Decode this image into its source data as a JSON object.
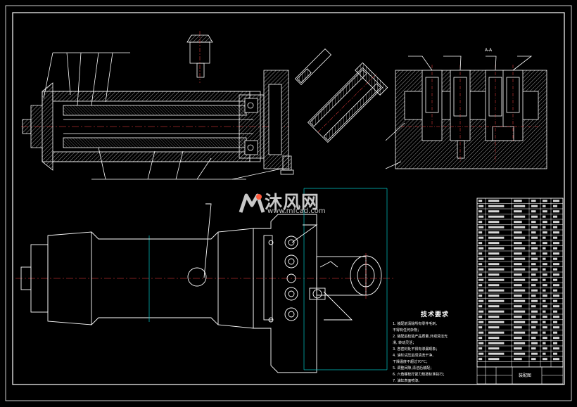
{
  "technical_requirements": {
    "title": "技术要求",
    "items": [
      "1. 装配前清除所有零件毛刺、",
      "   不得有任何杂物；",
      "2. 装配后检验产品质量,外观清洁光",
      "   滑, 转动灵活；",
      "3. 各密封处不得有渗漏现象；",
      "4. 油缸试压后须清洗干净,",
      "   干燥温度不超过70°C；",
      "5. 调整间隙,清洁后装配；",
      "6. 六角螺栓拧紧力矩按标准执行；",
      "7. 油缸表面喷漆。"
    ]
  },
  "watermark": {
    "name": "沐风网",
    "url": "www.mfcad.com"
  },
  "title_block": {
    "label": "装配图"
  },
  "view_label": "A-A",
  "colors": {
    "background": "#000000",
    "line": "#ffffff",
    "accent": "#00c8c8",
    "red": "#ff0000",
    "hatch": "#c0c0c0"
  }
}
